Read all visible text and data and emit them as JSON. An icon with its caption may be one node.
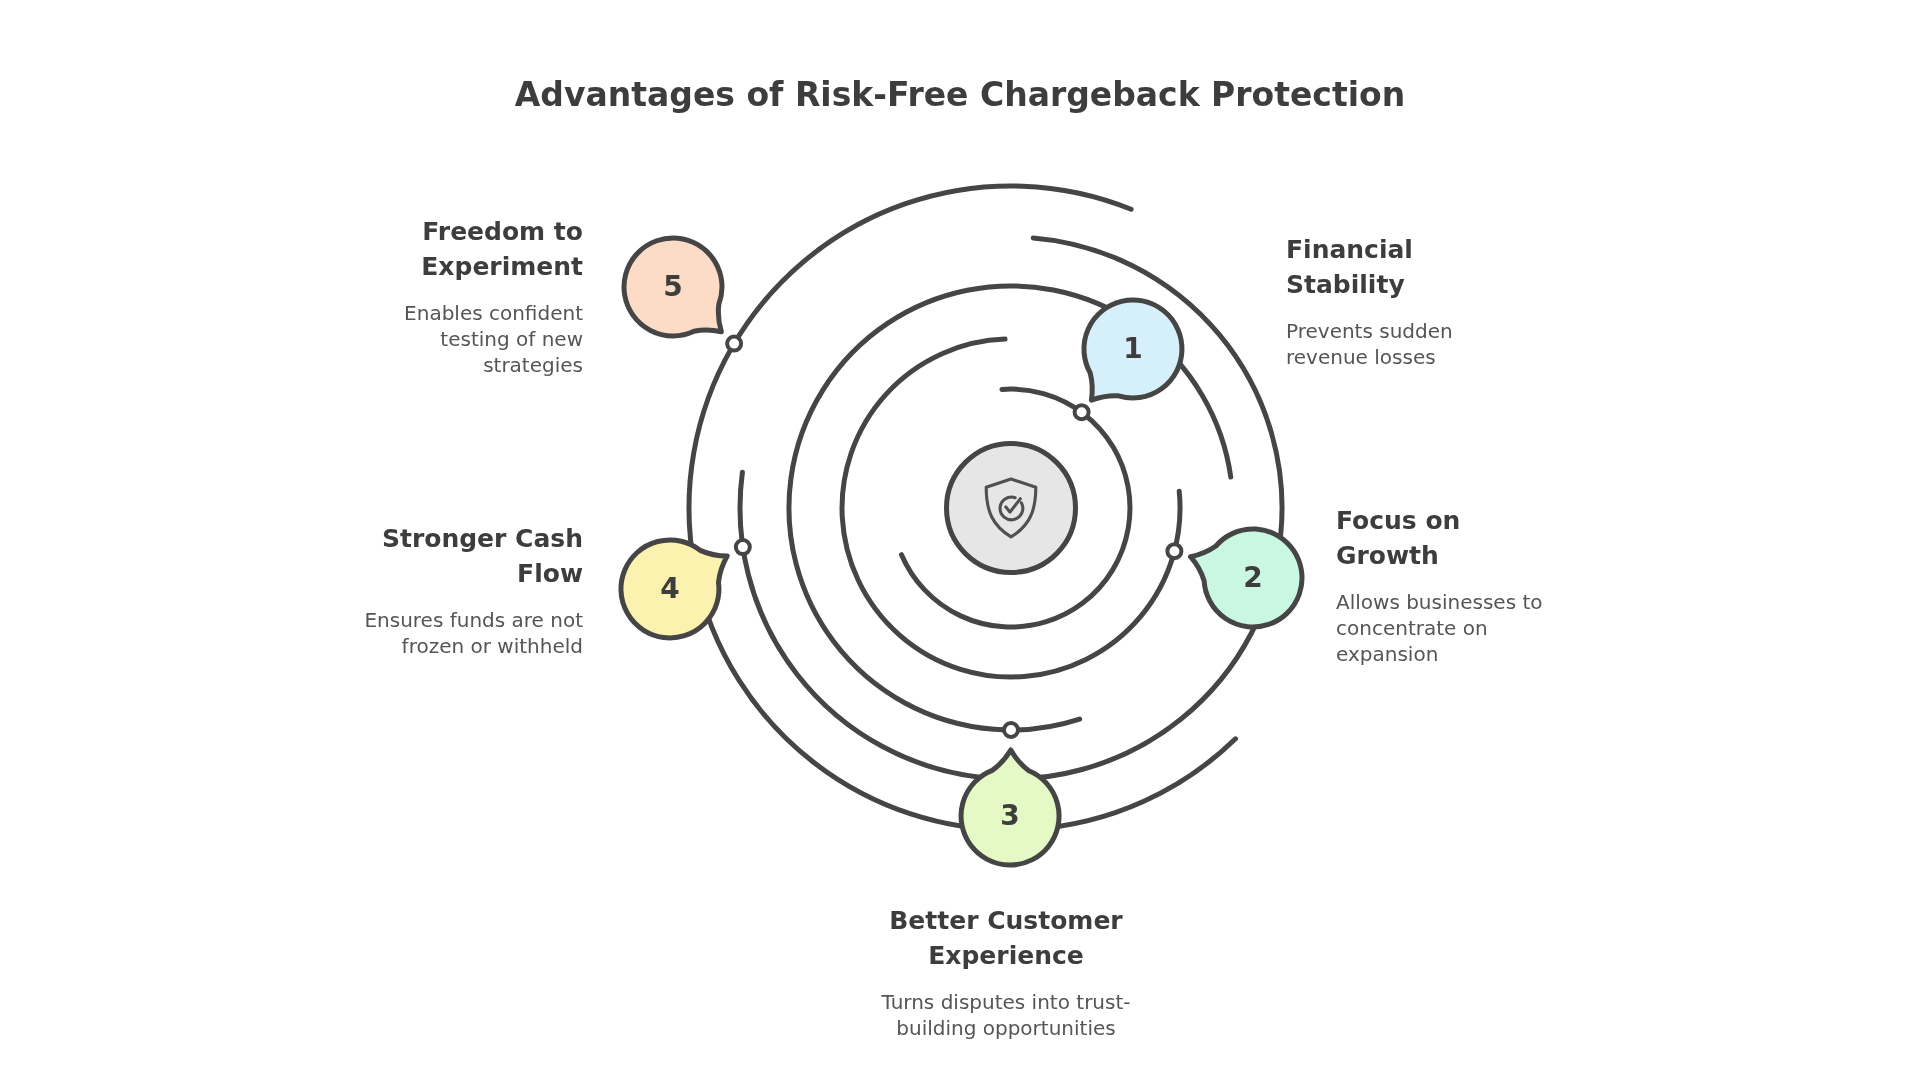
{
  "diagram": {
    "title": "Advantages of Risk-Free Chargeback Protection",
    "nodes": [
      {
        "text": [],
        "shape": "circle"
      },
      {
        "text": [
          "1"
        ],
        "beside": [
          "Financial Stability",
          "Prevents sudden revenue losses"
        ]
      },
      {
        "text": [
          "2"
        ],
        "beside": [
          "Focus on Growth",
          "Allows businesses to concentrate on expansion"
        ]
      },
      {
        "text": [
          "3"
        ],
        "beside": [
          "Better Customer Experience",
          "Turns disputes into trust-building opportunities"
        ]
      },
      {
        "text": [
          "4"
        ],
        "beside": [
          "Stronger Cash Flow",
          "Ensures funds are not frozen or withheld"
        ]
      },
      {
        "text": [
          "5"
        ],
        "beside": [
          "Freedom to Experiment",
          "Enables confident testing of new strategies"
        ]
      }
    ]
  }
}
